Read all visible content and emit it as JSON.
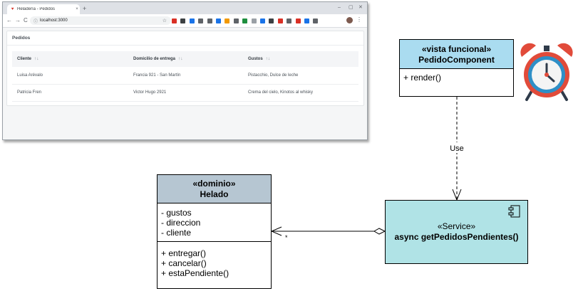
{
  "browser": {
    "tab_title": "Heladería - Pedidos",
    "tab_close": "×",
    "new_tab": "+",
    "window_controls": [
      "–",
      "▢",
      "✕"
    ],
    "nav": [
      "←",
      "→",
      "C"
    ],
    "url": "localhost:3000",
    "extension_colors": [
      "#d93025",
      "#3c4043",
      "#1a73e8",
      "#5f6368",
      "#5f6368",
      "#1a73e8",
      "#f29900",
      "#5f6368",
      "#1e8e3e",
      "#9aa0a6",
      "#1a73e8",
      "#3c4043",
      "#d93025",
      "#5f6368",
      "#d93025",
      "#1a73e8",
      "#5f6368"
    ]
  },
  "app": {
    "card_title": "Pedidos",
    "columns": [
      "Cliente",
      "Domicilio de entrega",
      "Gustos"
    ],
    "sort_symbol": "↑↓",
    "rows": [
      [
        "Luisa Arévalo",
        "Francia 921 - San Martín",
        "Pistacchio, Dulce de leche"
      ],
      [
        "Patricia Fren",
        "Victor Hugo 2921",
        "Crema del cielo, Kinotos al whisky"
      ]
    ]
  },
  "diagram": {
    "vista": {
      "stereotype": "«vista funcional»",
      "name": "PedidoComponent",
      "operations": [
        "+ render()"
      ],
      "fill": "#aadcf0"
    },
    "helado": {
      "stereotype": "«dominio»",
      "name": "Helado",
      "attributes": [
        "- gustos",
        "- direccion",
        "- cliente"
      ],
      "operations": [
        "+ entregar()",
        "+ cancelar()",
        "+ estaPendiente()"
      ],
      "fill": "#b6c6d2"
    },
    "service": {
      "stereotype": "«Service»",
      "name": "async getPedidosPendientes()",
      "fill": "#b0e3e6"
    },
    "use_label": "Use",
    "multiplicity": "*"
  }
}
